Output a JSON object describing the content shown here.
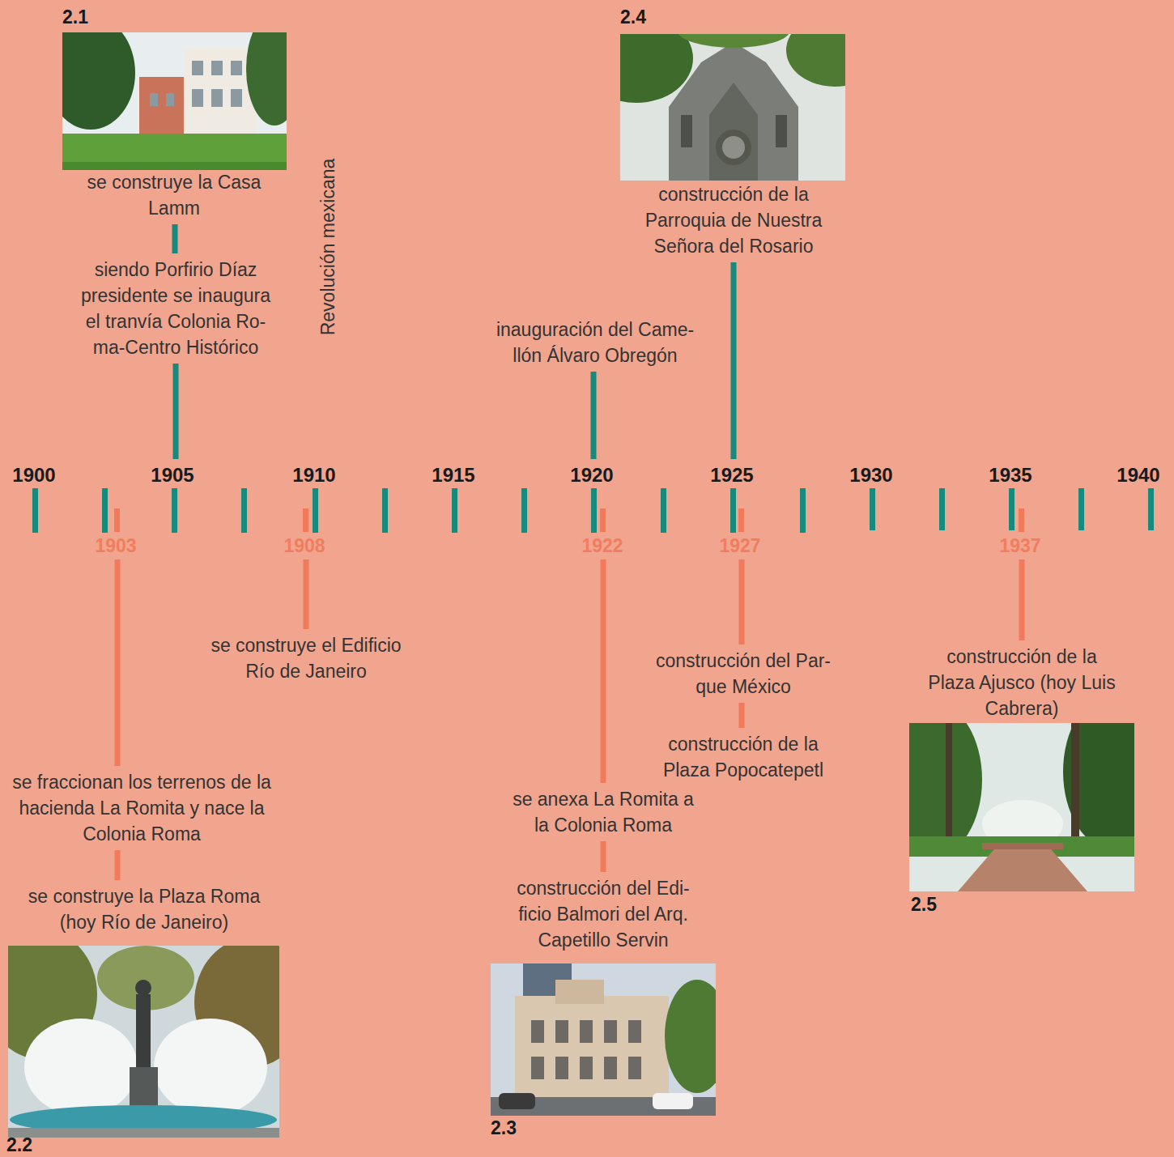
{
  "diagram": {
    "labels": [
      "2.1",
      "se construye la Casa Lamm",
      "siendo Porfirio Díaz presidente se inaugura el tranvía Colonia Ro- ma-Centro Histórico",
      "Revolución mexicana",
      "2.4",
      "construcción de la Parroquia de Nuestra Señora del Rosario",
      "inauguración del Came- llón Álvaro Obregón",
      "1900",
      "1905",
      "1910",
      "1915",
      "1920",
      "1925",
      "1930",
      "1935",
      "1940",
      "1903",
      "1908",
      "1922",
      "1927",
      "1937",
      "se fraccionan los terrenos de la hacienda La Romita y nace la Colonia Roma",
      "se construye la Plaza Roma (hoy Río de Janeiro)",
      "2.2",
      "se construye el Edificio Río de Janeiro",
      "se anexa La Romita a la Colonia Roma",
      "construcción del Edi- ficio Balmori del Arq. Capetillo Servin",
      "2.3",
      "construcción del Par- que México",
      "construcción de la Plaza Popocatepetl",
      "construcción de la Plaza Ajusco (hoy Luis Cabrera)",
      "2.5"
    ]
  }
}
